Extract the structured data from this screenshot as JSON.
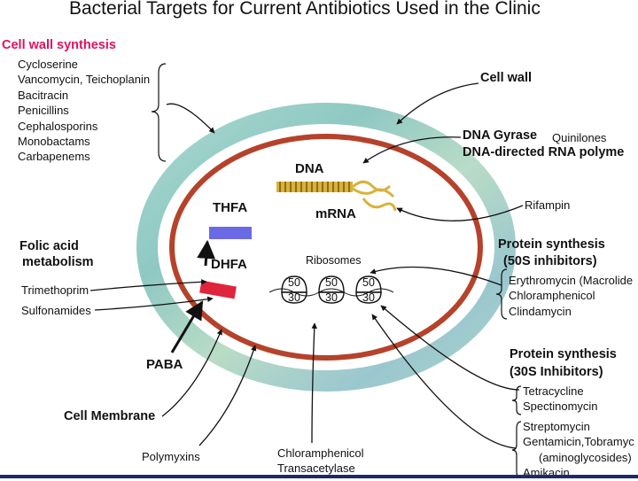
{
  "title": "Bacterial Targets for Current Antibiotics Used in the Clinic",
  "colors": {
    "accent_magenta": "#e0115f",
    "wall": "#9ccfca",
    "membrane": "#b5422a",
    "thfa_bar": "#6a6ae6",
    "dhfa_bar": "#e0243c"
  },
  "cell_wall_synthesis": {
    "heading": "Cell wall synthesis",
    "drugs": [
      "Cycloserine",
      "Vancomycin, Teichoplanin",
      "Bacitracin",
      "Penicillins",
      "Cephalosporins",
      "Monobactams",
      "Carbapenems"
    ]
  },
  "cell_wall_label": "Cell wall",
  "dna_gyrase": {
    "label": "DNA Gyrase",
    "drug": "Quinilones"
  },
  "dna_rna_polymerase": "DNA-directed RNA polyme",
  "dna_label": "DNA",
  "mrna_label": "mRNA",
  "rifampin": "Rifampin",
  "thfa_label": "THFA",
  "dhfa_label": "DHFA",
  "paba_label": "PABA",
  "folic_acid": {
    "line1": "Folic acid",
    "line2": "metabolism",
    "drugs": [
      "Trimethoprim",
      "Sulfonamides"
    ]
  },
  "ribosomes": {
    "label": "Ribosomes",
    "large": "50",
    "small": "30"
  },
  "protein_50s": {
    "line1": "Protein synthesis",
    "line2": "(50S inhibitors)",
    "drugs": [
      "Erythromycin (Macrolide",
      "Chloramphenicol",
      "Clindamycin"
    ]
  },
  "protein_30s": {
    "line1": "Protein synthesis",
    "line2": "(30S Inhibitors)",
    "group1": [
      "Tetracycline",
      "Spectinomycin"
    ],
    "group2": [
      "Streptomycin",
      "Gentamicin,Tobramyc",
      "(aminoglycosides)",
      "Amikacin"
    ]
  },
  "cell_membrane_label": "Cell Membrane",
  "polymyxins": "Polymyxins",
  "chloramphenicol_transacetylase": {
    "line1": "Chloramphenicol",
    "line2": "Transacetylase"
  }
}
